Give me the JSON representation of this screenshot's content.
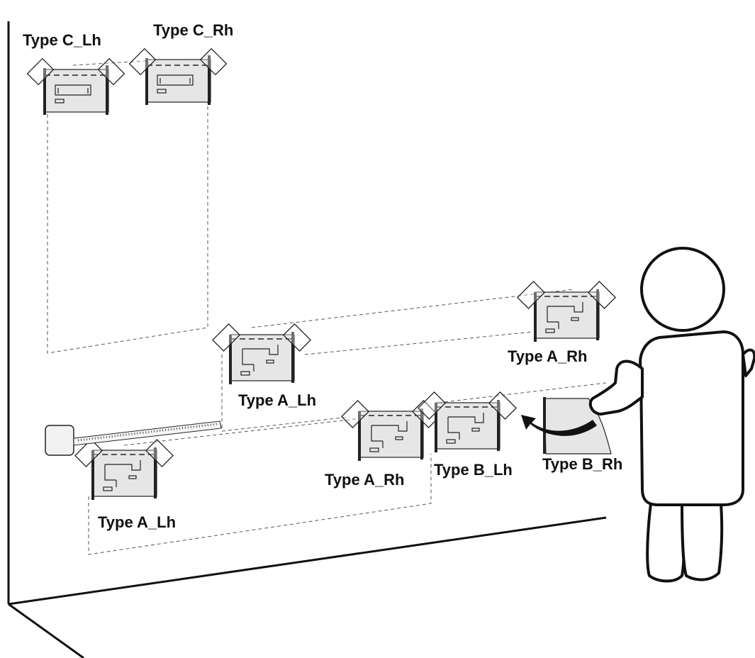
{
  "labels": {
    "type_c_lh": "Type C_Lh",
    "type_c_rh": "Type C_Rh",
    "type_a_rh_upper": "Type A_Rh",
    "type_a_lh_middle": "Type A_Lh",
    "type_a_rh_lower": "Type A_Rh",
    "type_b_lh": "Type B_Lh",
    "type_b_rh": "Type B_Rh",
    "type_a_lh_lower": "Type A_Lh"
  },
  "colors": {
    "ink": "#111111",
    "panel_fill": "#e6e6e6",
    "guide_line": "#555555",
    "background": "#ffffff"
  },
  "icons": {
    "tape_measure": "tape-measure-icon",
    "rotation_arrow": "curved-arrow-icon",
    "person": "person-figure"
  }
}
